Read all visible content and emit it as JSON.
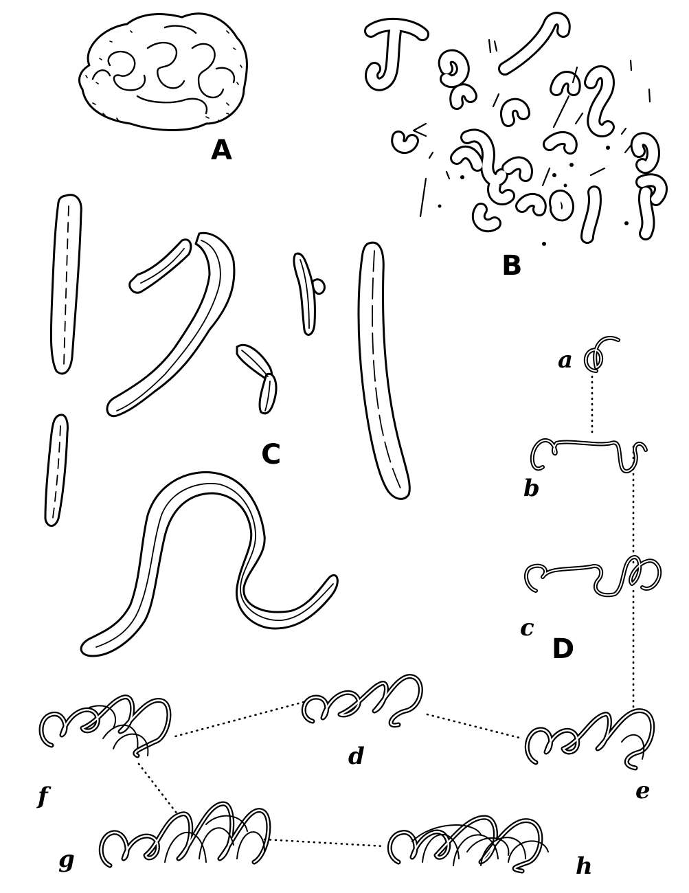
{
  "panels": {
    "A": "A",
    "B": "B",
    "C": "C",
    "D": "D"
  },
  "stages": {
    "a": "a",
    "b": "b",
    "c": "c",
    "d": "d",
    "e": "e",
    "f": "f",
    "g": "g",
    "h": "h"
  },
  "colors": {
    "ink": "#000000",
    "paper": "#ffffff"
  }
}
